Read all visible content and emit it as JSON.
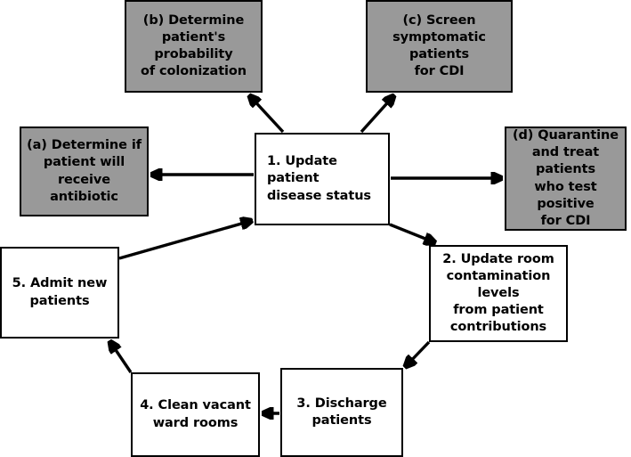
{
  "diagram": {
    "type": "flowchart",
    "title": "",
    "palette": {
      "substep_fill": "#999999",
      "mainstep_fill": "#ffffff",
      "stroke": "#000000",
      "background": "#ffffff"
    },
    "nodes": [
      {
        "id": "b",
        "label": "(b) Determine\npatient's probability\nof colonization",
        "kind": "substep",
        "fill": "#999999"
      },
      {
        "id": "c",
        "label": "(c) Screen\nsymptomatic patients\nfor CDI",
        "kind": "substep",
        "fill": "#999999"
      },
      {
        "id": "a",
        "label": "(a) Determine if\npatient will\nreceive antibiotic",
        "kind": "substep",
        "fill": "#999999"
      },
      {
        "id": "d",
        "label": "(d) Quarantine\nand treat patients\nwho test positive\nfor CDI",
        "kind": "substep",
        "fill": "#999999"
      },
      {
        "id": "step1",
        "label": "1. Update patient\ndisease status",
        "kind": "mainstep",
        "fill": "#ffffff"
      },
      {
        "id": "step2",
        "label": "2. Update room\ncontamination levels\nfrom patient\ncontributions",
        "kind": "mainstep",
        "fill": "#ffffff"
      },
      {
        "id": "step3",
        "label": "3. Discharge\npatients",
        "kind": "mainstep",
        "fill": "#ffffff"
      },
      {
        "id": "step4",
        "label": "4. Clean vacant\nward rooms",
        "kind": "mainstep",
        "fill": "#ffffff"
      },
      {
        "id": "step5",
        "label": "5. Admit new\npatients",
        "kind": "mainstep",
        "fill": "#ffffff"
      }
    ],
    "edges": [
      {
        "from": "step1",
        "to": "b",
        "label": ""
      },
      {
        "from": "step1",
        "to": "c",
        "label": ""
      },
      {
        "from": "step1",
        "to": "a",
        "label": ""
      },
      {
        "from": "step1",
        "to": "d",
        "label": ""
      },
      {
        "from": "step1",
        "to": "step2",
        "label": ""
      },
      {
        "from": "step2",
        "to": "step3",
        "label": ""
      },
      {
        "from": "step3",
        "to": "step4",
        "label": ""
      },
      {
        "from": "step4",
        "to": "step5",
        "label": ""
      },
      {
        "from": "step5",
        "to": "step1",
        "label": ""
      }
    ]
  }
}
